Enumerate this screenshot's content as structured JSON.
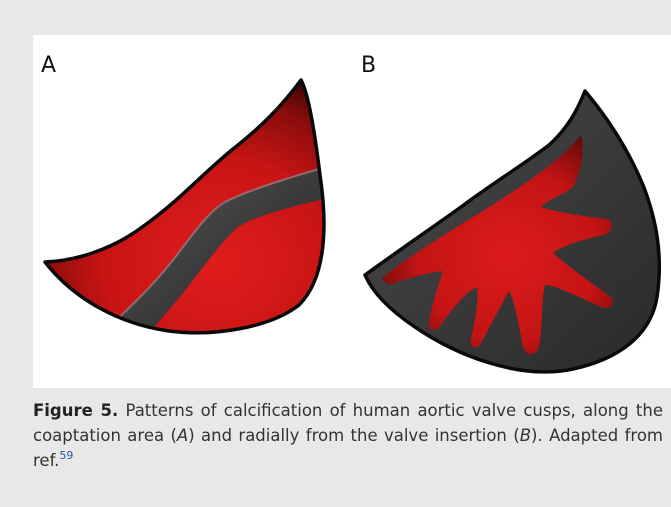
{
  "panels": {
    "a_label": "A",
    "b_label": "B"
  },
  "caption": {
    "figure_label": "Figure 5.",
    "text_1": " Patterns of calcification of human aortic valve cusps, along the coaptation area (",
    "ref_a": "A",
    "text_2": ") and radially from the valve insertion (",
    "ref_b": "B",
    "text_3": "). Adapted from ref.",
    "citation": "59"
  },
  "colors": {
    "cusp_red": "#d01818",
    "cusp_dark_red": "#5a0808",
    "calcification_gray": "#3e3e3e",
    "outline": "#0a0a0a",
    "page_background": "#e8e8e9",
    "citation_link": "#2a55a8"
  }
}
